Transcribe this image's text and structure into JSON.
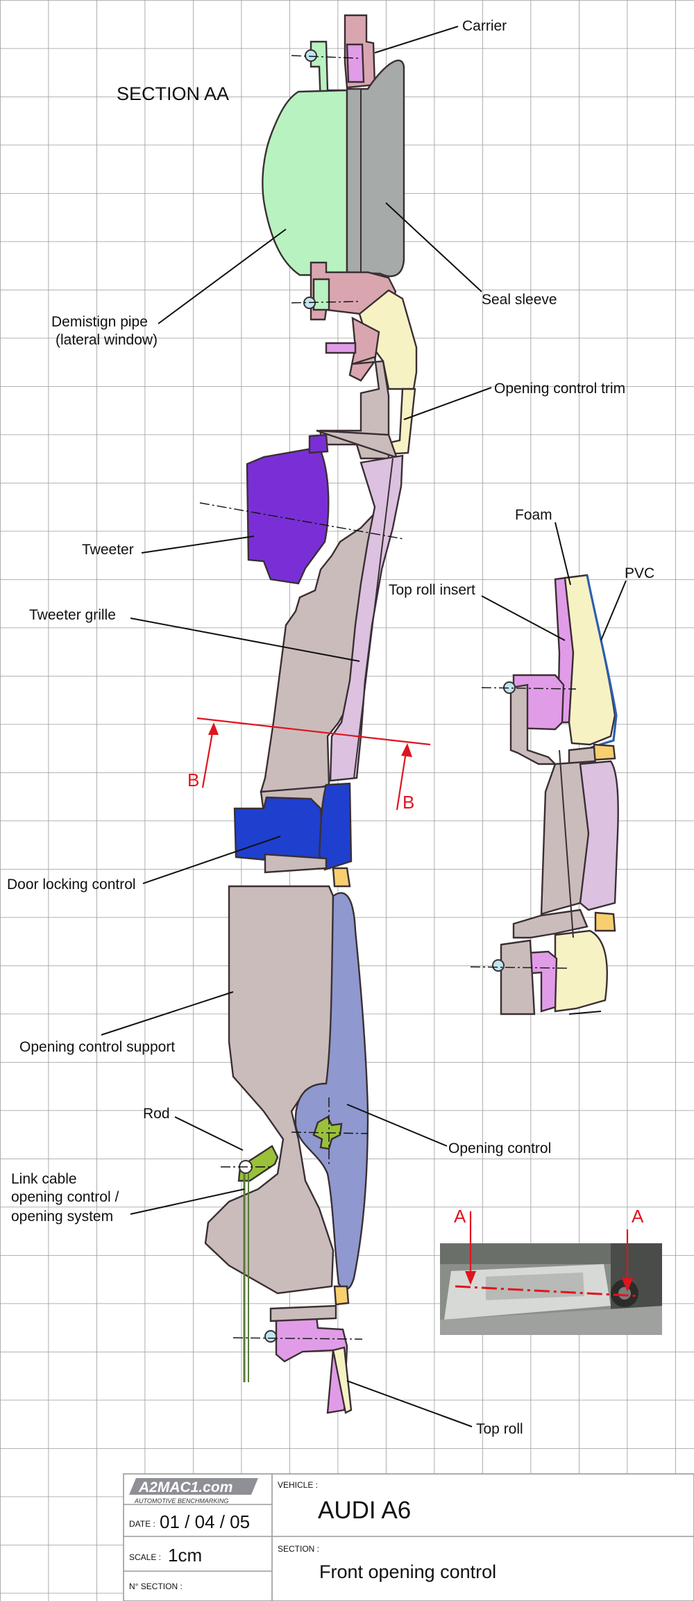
{
  "section_title": "SECTION AA",
  "labels": {
    "carrier": "Carrier",
    "seal_sleeve": "Seal sleeve",
    "demist_pipe_1": "Demistign pipe",
    "demist_pipe_2": "(lateral window)",
    "opening_control_trim": "Opening control trim",
    "tweeter": "Tweeter",
    "tweeter_grille": "Tweeter grille",
    "door_locking_control": "Door locking control",
    "opening_control_support": "Opening control support",
    "rod": "Rod",
    "link_cable_1": "Link cable",
    "link_cable_2": "opening control /",
    "link_cable_3": "opening system",
    "opening_control": "Opening control",
    "top_roll": "Top roll",
    "foam": "Foam",
    "pvc": "PVC",
    "top_roll_insert": "Top roll insert"
  },
  "section_marks": {
    "b": "B",
    "a": "A"
  },
  "title_block": {
    "logo": "A2MAC1.com",
    "logo_tagline": "AUTOMOTIVE BENCHMARKING",
    "date_label": "DATE :",
    "date_value": "01 / 04 / 05",
    "scale_label": "SCALE :",
    "scale_value": "1cm",
    "nsection_label": "N° SECTION :",
    "vehicle_label": "VEHICLE :",
    "vehicle_value": "AUDI A6",
    "section_label": "SECTION :",
    "section_value": "Front opening control"
  },
  "colors": {
    "grid": "#9a9a9a",
    "demist_green": "#b8f2c0",
    "seal_grey": "#a6aaa8",
    "carrier_pink": "#d9a6b0",
    "trim_yellow": "#f7f2c4",
    "tweeter_purple": "#7a2fd6",
    "lock_blue": "#1f3fcf",
    "support_taupe": "#cbbcbc",
    "grille_lilac": "#dcc1e0",
    "control_lavender": "#8f98cf",
    "rod_green": "#99c23a",
    "roll_magenta": "#e19ce8",
    "section_red": "#e0141e"
  }
}
